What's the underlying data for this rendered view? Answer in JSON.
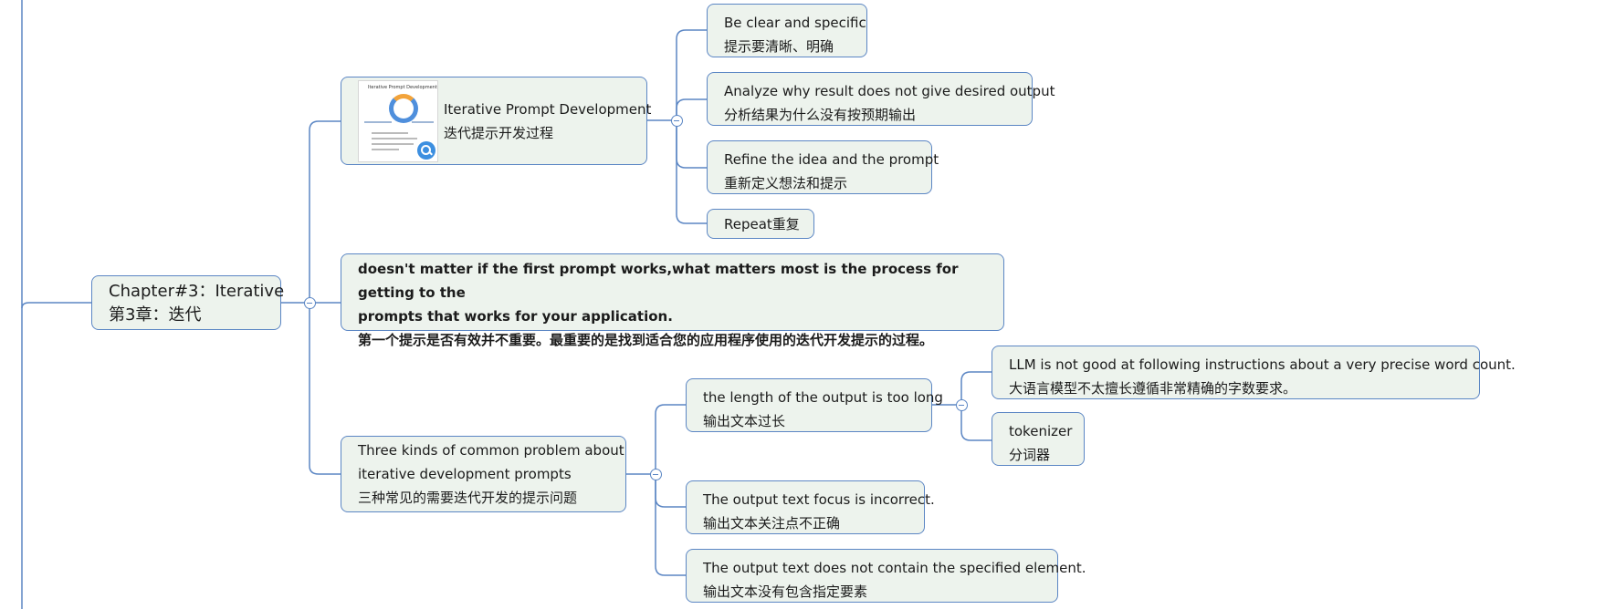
{
  "colors": {
    "node_fill": "#edf3ed",
    "node_border": "#5b86c4",
    "connector": "#5b86c4"
  },
  "root": {
    "line1": "Chapter#3：Iterative",
    "line2": "第3章：迭代"
  },
  "iterative_dev": {
    "line1": "Iterative Prompt Development",
    "line2": "迭代提示开发过程",
    "thumbnail": {
      "icon": "magnifier-icon",
      "title": "Iterative Prompt Development"
    },
    "children": [
      {
        "line1": "Be clear and specific",
        "line2": "提示要清晰、明确"
      },
      {
        "line1": "Analyze why result does not give desired output",
        "line2": "分析结果为什么没有按预期输出"
      },
      {
        "line1": "Refine the idea and the prompt",
        "line2": "重新定义想法和提示"
      },
      {
        "line1": "Repeat重复",
        "line2": ""
      }
    ]
  },
  "key_point": {
    "line1": "doesn't matter if the first prompt works,what matters most is the process for getting to the",
    "line2": "prompts that works for your application.",
    "line3": "第一个提示是否有效并不重要。最重要的是找到适合您的应用程序使用的迭代开发提示的过程。"
  },
  "problems": {
    "line1": "Three kinds of common problem about",
    "line2": "iterative development prompts",
    "line3": "三种常见的需要迭代开发的提示问题",
    "children": [
      {
        "line1": "the length of the output is too long",
        "line2": "输出文本过长"
      },
      {
        "line1": "The output text focus is incorrect.",
        "line2": "输出文本关注点不正确"
      },
      {
        "line1": "The output text does not contain the specified element.",
        "line2": "输出文本没有包含指定要素"
      }
    ],
    "too_long_children": [
      {
        "line1": "LLM is not good at  following instructions about a very precise word count.",
        "line2": "大语言模型不太擅长遵循非常精确的字数要求。"
      },
      {
        "line1": "tokenizer",
        "line2": "分词器"
      }
    ]
  }
}
